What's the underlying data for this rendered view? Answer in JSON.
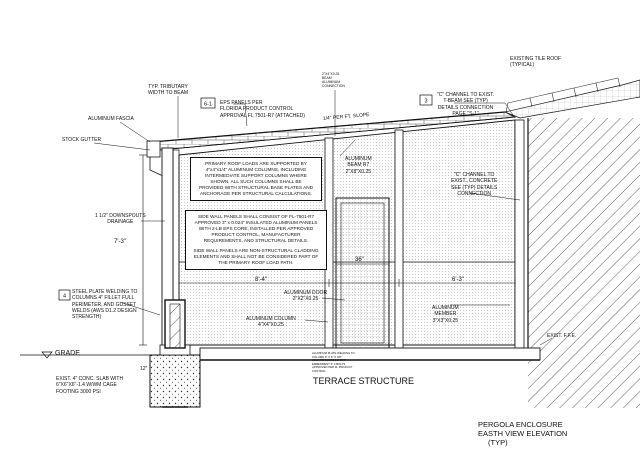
{
  "drawing": {
    "labels": {
      "tributary": "TYP. TRIBUTARY\nWIDTH TO BEAM",
      "eps_ref": "6-1",
      "eps_panels": "EPS PANELS PER\nFLORIDA PRODUCT CONTROL\nAPPROVAL FL 7501-R7 (ATTACHED)",
      "top_small": "2\"X4\"X0.25\nBEAM\nALUMINUM\nCONNECTION",
      "slope": "1/4\" PER FT. SLOPE",
      "c_channel_ref": "3",
      "c_channel_exist": "\"C\" CHANNEL TO EXIST.\nT-BEAM SEE (TYP)\nDETAILS CONNECTION\nPAGE \"S-1\"",
      "existing_roof": "EXISTING TILE ROOF\n(TYPICAL)",
      "fascia": "ALUMINUM FASCIA",
      "gutter": "STOCK GUTTER",
      "beam": "ALUMINUM\nBEAM R7\n2\"X8\"X0.25",
      "c_channel_concrete": "\"C\" CHANNEL TO\nEXIST., CONCRETE\nSEE (TYP) DETAILS\nCONNECTION",
      "downspout": "1 1/2\" DOWNSPOUTS\nDRAINAGE",
      "height": "7'-3\"",
      "door_width": "36\"",
      "dim_left": "8'-4\"",
      "dim_right": "6'-3\"",
      "steel_ref": "4",
      "steel_plate": "STEEL PLATE WELDING TO\nCOLUMNS 4\" FILLET FULL\nPERIMETER, AND GUSSET\nWELDS (AWS D1.2 DESIGN\nSTRENGTH)",
      "door": "ALUMINUM DOOR\n2\"X2\"X0.25",
      "column": "ALUMINUM COLUMN\n4\"X4\"X0.25",
      "member": "ALUMINUM\nMEMBER\n3\"X3\"X0.25",
      "grade": "GRADE",
      "slab_dim": "12\"",
      "slab": "EXIST. 4\" CONC. SLAB WITH\n6\"X6\"X6\"-1.4 W/WM CAGE\nFOOTING 3000 PSI",
      "anchor_note": "ALUMINUM PLATE WELDING TO\nCOLUMN 6\" X 6\" X 3/8\"\nANCHOR BOLTS 1/2\" EXP.\nEMBEDMENT 3\" 4 BOLTS\nAPPROVED PER FL PRODUCT\nCONTROL",
      "exist_ffe": "EXIST. F.F.E.",
      "terrace": "TERRACE STRUCTURE"
    },
    "notes": {
      "primary": "PRIMARY ROOF LOADS ARE SUPPORTED BY\n4\"x4\"x1/4\" ALUMINUM COLUMNS, INCLUDING\nINTERMEDIATE SUPPORT COLUMNS WHERE\nSHOWN. ALL SUCH COLUMNS SHALL BE\nPROVIDED WITH STRUCTURAL BASE PLATES AND\nANCHORAGE PER STRUCTURAL CALCULATIONS.",
      "side_wall_1": "SIDE WALL PANELS SHALL CONSIST OF FL-7501-R7\nAPPROVED 3\" x 0.024\" INSULATED ALUMINUM PANELS\nWITH 2-LB EPS CORE, INSTALLED PER APPROVED\nPRODUCT CONTROL, MANUFACTURER\nREQUIREMENTS, AND STRUCTURAL DETAILS.",
      "side_wall_2": "SIDE WALL PANELS ARE NON-STRUCTURAL CLADDING\nELEMENTS AND SHALL NOT BE CONSIDERED PART OF\nTHE PRIMARY ROOF LOAD PATH."
    },
    "title": {
      "line1": "PERGOLA ENCLOSURE",
      "line2": "EASTH VIEW ELEVATION",
      "line3": "(TYP)"
    }
  }
}
